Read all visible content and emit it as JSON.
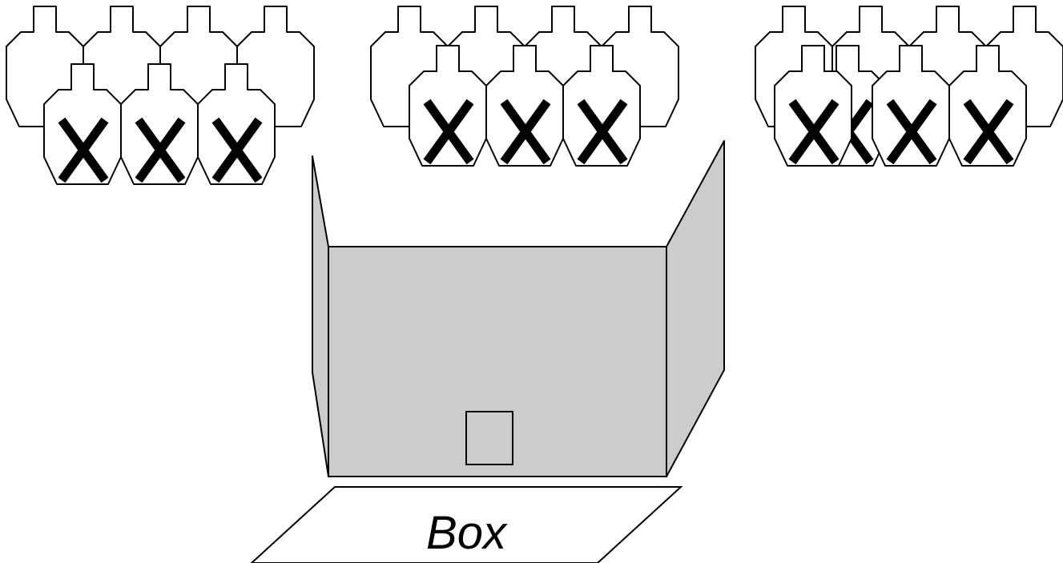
{
  "diagram": {
    "box_label": "Box",
    "colors": {
      "outline": "#000000",
      "target_fill": "#ffffff",
      "wall_fill": "#cccccc",
      "mat_fill": "#ffffff",
      "background": "#ffffff"
    },
    "target_groups": [
      {
        "name": "left-group",
        "back_targets": 4,
        "front_targets": 3,
        "front_marked_x": [
          true,
          true,
          true
        ]
      },
      {
        "name": "center-group",
        "back_targets": 4,
        "front_targets": 3,
        "front_marked_x": [
          true,
          true,
          true
        ]
      },
      {
        "name": "right-group",
        "back_targets": 4,
        "front_targets": 4,
        "front_marked_x": [
          true,
          true,
          true,
          true
        ]
      }
    ]
  }
}
